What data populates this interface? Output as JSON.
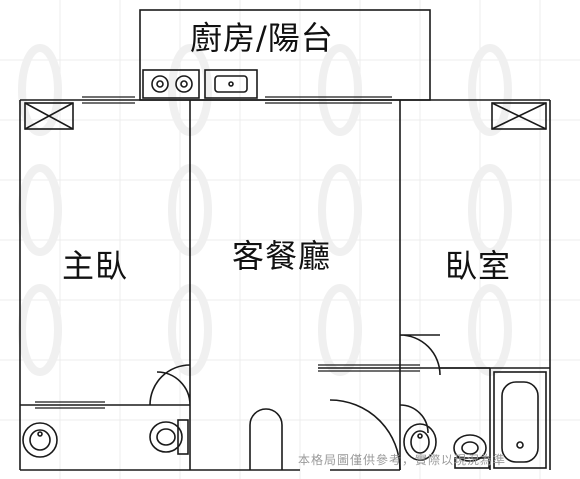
{
  "rooms": {
    "kitchen_balcony": "廚房/陽台",
    "master_bedroom": "主臥",
    "living_dining": "客餐廳",
    "bedroom": "臥室"
  },
  "disclaimer": "本格局圖僅供參考，實際以現況為準",
  "colors": {
    "wall": "#1a1a1a",
    "grid": "#ececec",
    "watermark": "#f2f2f2"
  }
}
